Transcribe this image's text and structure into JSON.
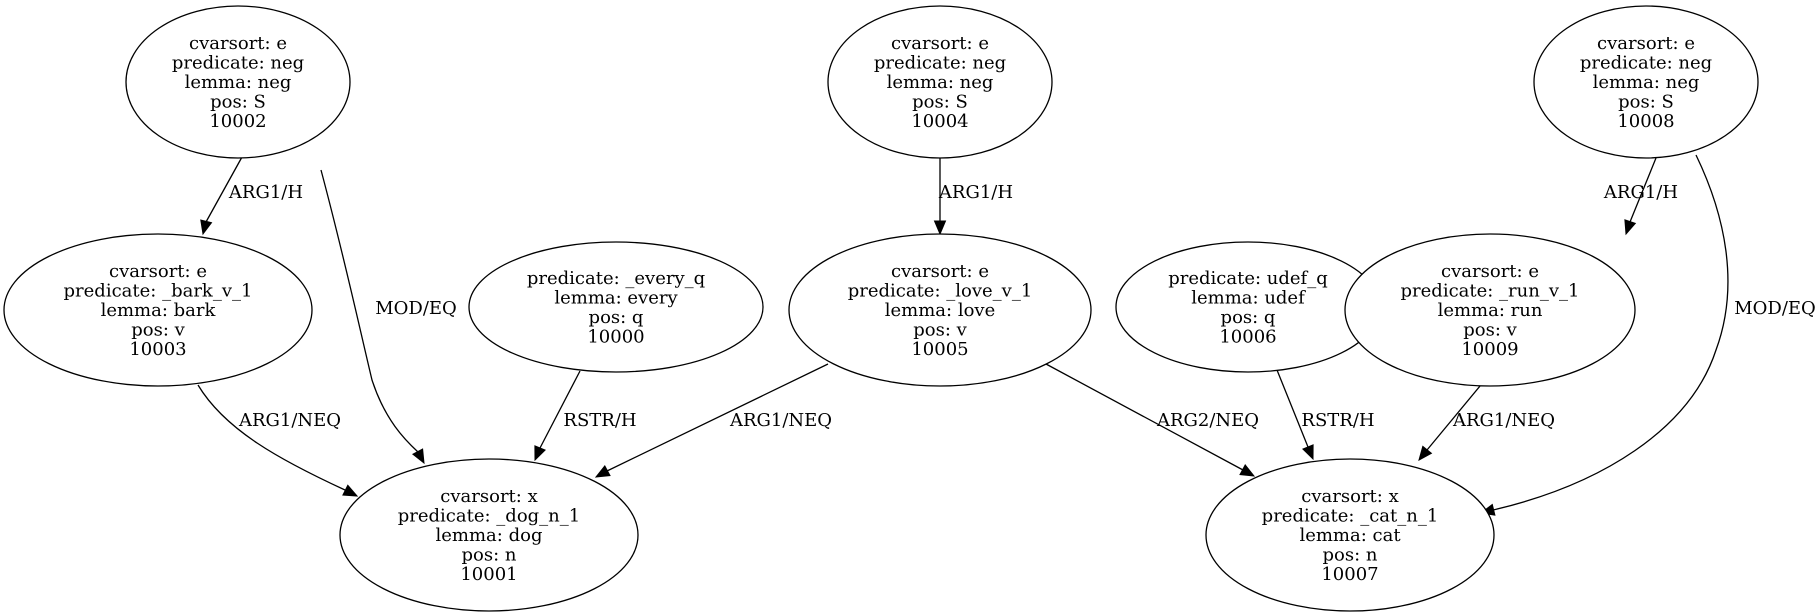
{
  "nodes": [
    {
      "id": "10000",
      "lines": [
        "predicate: _every_q",
        "lemma: every",
        "pos: q",
        "10000"
      ]
    },
    {
      "id": "10001",
      "lines": [
        "cvarsort: x",
        "predicate: _dog_n_1",
        "lemma: dog",
        "pos: n",
        "10001"
      ]
    },
    {
      "id": "10002",
      "lines": [
        "cvarsort: e",
        "predicate: neg",
        "lemma: neg",
        "pos: S",
        "10002"
      ]
    },
    {
      "id": "10003",
      "lines": [
        "cvarsort: e",
        "predicate: _bark_v_1",
        "lemma: bark",
        "pos: v",
        "10003"
      ]
    },
    {
      "id": "10004",
      "lines": [
        "cvarsort: e",
        "predicate: neg",
        "lemma: neg",
        "pos: S",
        "10004"
      ]
    },
    {
      "id": "10005",
      "lines": [
        "cvarsort: e",
        "predicate: _love_v_1",
        "lemma: love",
        "pos: v",
        "10005"
      ]
    },
    {
      "id": "10006",
      "lines": [
        "predicate: udef_q",
        "lemma: udef",
        "pos: q",
        "10006"
      ]
    },
    {
      "id": "10007",
      "lines": [
        "cvarsort: x",
        "predicate: _cat_n_1",
        "lemma: cat",
        "pos: n",
        "10007"
      ]
    },
    {
      "id": "10008",
      "lines": [
        "cvarsort: e",
        "predicate: neg",
        "lemma: neg",
        "pos: S",
        "10008"
      ]
    },
    {
      "id": "10009",
      "lines": [
        "cvarsort: e",
        "predicate: _run_v_1",
        "lemma: run",
        "pos: v",
        "10009"
      ]
    }
  ],
  "edges": [
    {
      "from": "10002",
      "to": "10003",
      "label": "ARG1/H"
    },
    {
      "from": "10002",
      "to": "10001",
      "label": "MOD/EQ"
    },
    {
      "from": "10003",
      "to": "10001",
      "label": "ARG1/NEQ"
    },
    {
      "from": "10000",
      "to": "10001",
      "label": "RSTR/H"
    },
    {
      "from": "10004",
      "to": "10005",
      "label": "ARG1/H"
    },
    {
      "from": "10005",
      "to": "10001",
      "label": "ARG1/NEQ"
    },
    {
      "from": "10005",
      "to": "10007",
      "label": "ARG2/NEQ"
    },
    {
      "from": "10006",
      "to": "10007",
      "label": "RSTR/H"
    },
    {
      "from": "10008",
      "to": "10009",
      "label": "ARG1/H"
    },
    {
      "from": "10008",
      "to": "10007",
      "label": "MOD/EQ"
    },
    {
      "from": "10009",
      "to": "10007",
      "label": "ARG1/NEQ"
    }
  ]
}
